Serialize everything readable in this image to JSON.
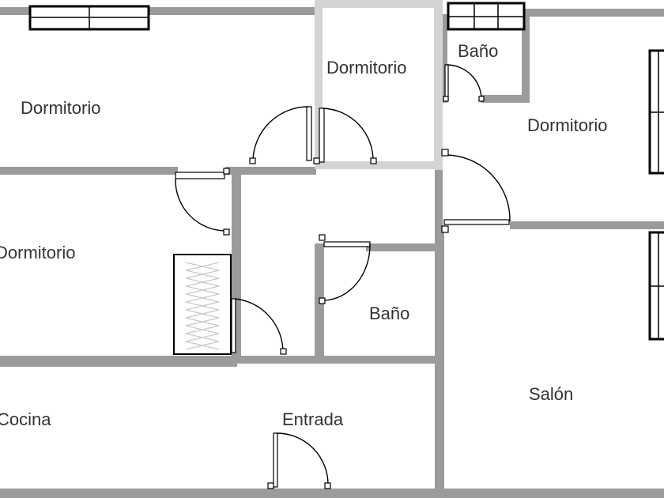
{
  "rooms": {
    "dormitorio_top_left": "Dormitorio",
    "dormitorio_top_center": "Dormitorio",
    "bano_top": "Baño",
    "dormitorio_right": "Dormitorio",
    "dormitorio_left": "Dormitorio",
    "bano_center": "Baño",
    "cocina": "Cocina",
    "entrada": "Entrada",
    "salon": "Salón"
  },
  "colors": {
    "wall": "#9b9b9b",
    "wall_light": "#d4d4d4",
    "fixture_line": "#000000",
    "label_text": "#333333",
    "background": "#ffffff"
  }
}
